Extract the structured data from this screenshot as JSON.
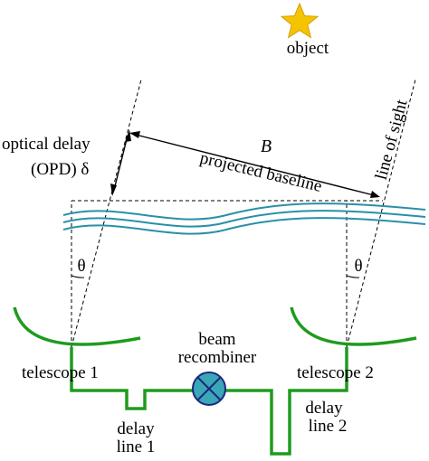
{
  "labels": {
    "object": "object",
    "optical_delay_line1": "optical delay",
    "optical_delay_line2": "(OPD) δ",
    "baseline_symbol": "B",
    "projected_baseline": "projected baseline",
    "line_of_sight": "line of sight",
    "theta_left": "θ",
    "theta_right": "θ",
    "beam_combiner_line1": "beam",
    "beam_combiner_line2": "recombiner",
    "telescope_1": "telescope 1",
    "telescope_2": "telescope 2",
    "delay_line_1_line1": "delay",
    "delay_line_1_line2": "line 1",
    "delay_line_2_line1": "delay",
    "delay_line_2_line2": "line 2"
  },
  "colors": {
    "star": "#f5c400",
    "waves": "#2a8fa8",
    "beam_path": "#1e9b1e",
    "combiner_fill": "#3aa7b8",
    "combiner_stroke": "#1a2a7a",
    "ink": "#000000"
  },
  "icons": {
    "star": "star-icon",
    "combiner": "circled-cross-icon"
  }
}
